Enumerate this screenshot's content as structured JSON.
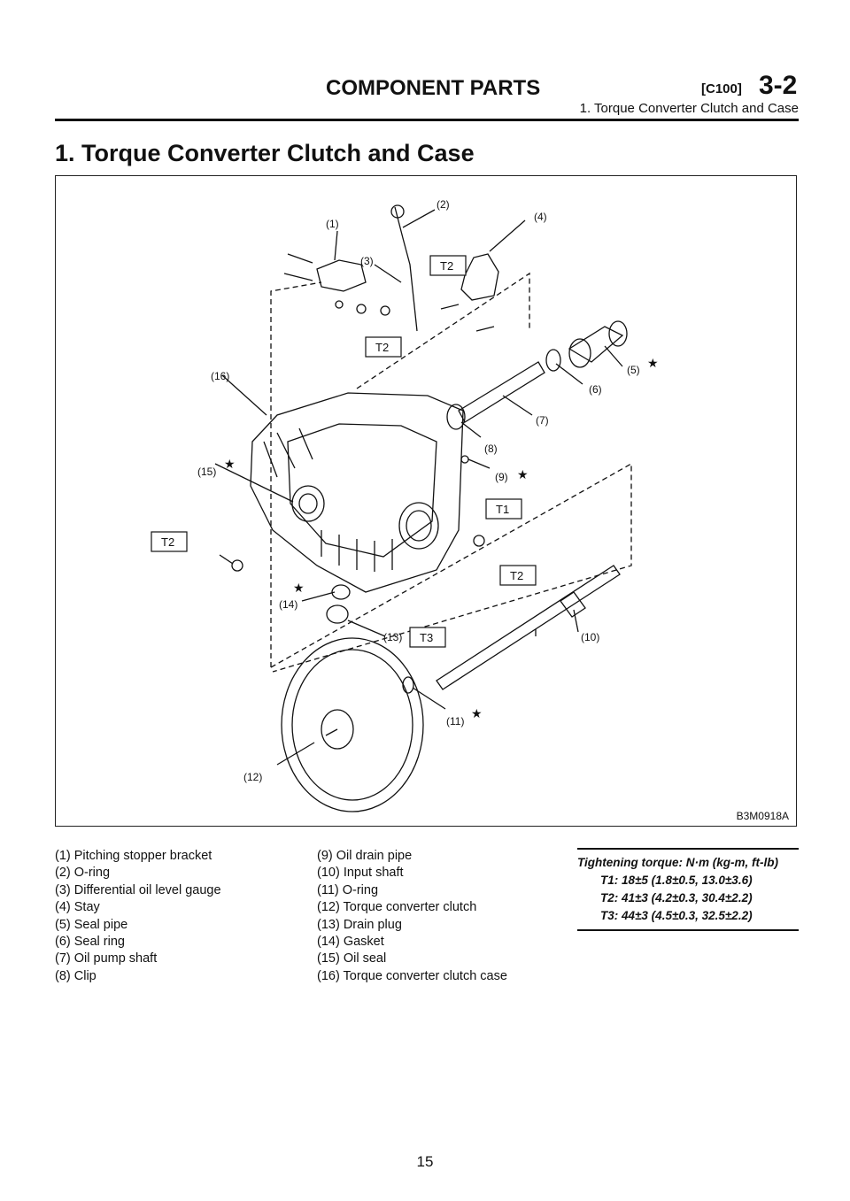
{
  "header": {
    "title": "COMPONENT PARTS",
    "code": "[C100]",
    "chapter": "3-2",
    "subtitle": "1. Torque Converter Clutch and Case"
  },
  "section_title": "1. Torque Converter Clutch and Case",
  "figure": {
    "code": "B3M0918A",
    "labels": [
      "(1)",
      "(2)",
      "(3)",
      "(4)",
      "(5)",
      "(6)",
      "(7)",
      "(8)",
      "(9)",
      "(10)",
      "(11)",
      "(12)",
      "(13)",
      "(14)",
      "(15)",
      "(16)"
    ],
    "torque_tags": [
      "T2",
      "T2",
      "T2",
      "T1",
      "T2",
      "T3"
    ]
  },
  "legend": {
    "left": [
      "(1) Pitching stopper bracket",
      "(2) O-ring",
      "(3) Differential oil level gauge",
      "(4) Stay",
      "(5) Seal pipe",
      "(6) Seal ring",
      "(7) Oil pump shaft",
      "(8) Clip"
    ],
    "middle": [
      "(9) Oil drain pipe",
      "(10) Input shaft",
      "(11) O-ring",
      "(12) Torque converter clutch",
      "(13) Drain plug",
      "(14) Gasket",
      "(15) Oil seal",
      "(16) Torque converter clutch case"
    ]
  },
  "torque": {
    "title": "Tightening torque: N·m (kg-m, ft-lb)",
    "items": [
      "T1: 18±5 (1.8±0.5, 13.0±3.6)",
      "T2: 41±3 (4.2±0.3, 30.4±2.2)",
      "T3: 44±3 (4.5±0.3, 32.5±2.2)"
    ]
  },
  "page_number": "15"
}
